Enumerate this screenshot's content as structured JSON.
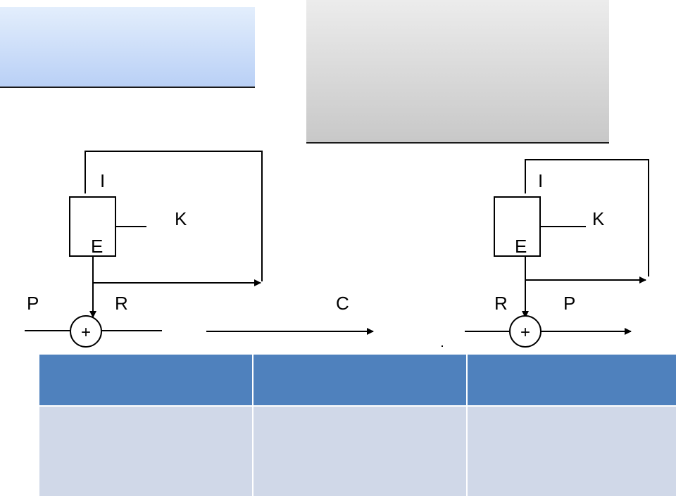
{
  "encryption": {
    "iv_label": "I",
    "key_label": "K",
    "cipher_label": "E",
    "plaintext_label": "P",
    "keystream_label": "R",
    "ciphertext_label": "C",
    "xor_symbol": "+"
  },
  "decryption": {
    "iv_label": "I",
    "key_label": "K",
    "cipher_label": "E",
    "keystream_label": "R",
    "plaintext_label": "P",
    "xor_symbol": "+"
  },
  "table": {
    "header": [
      "",
      "",
      ""
    ],
    "row": [
      "",
      "",
      ""
    ]
  }
}
